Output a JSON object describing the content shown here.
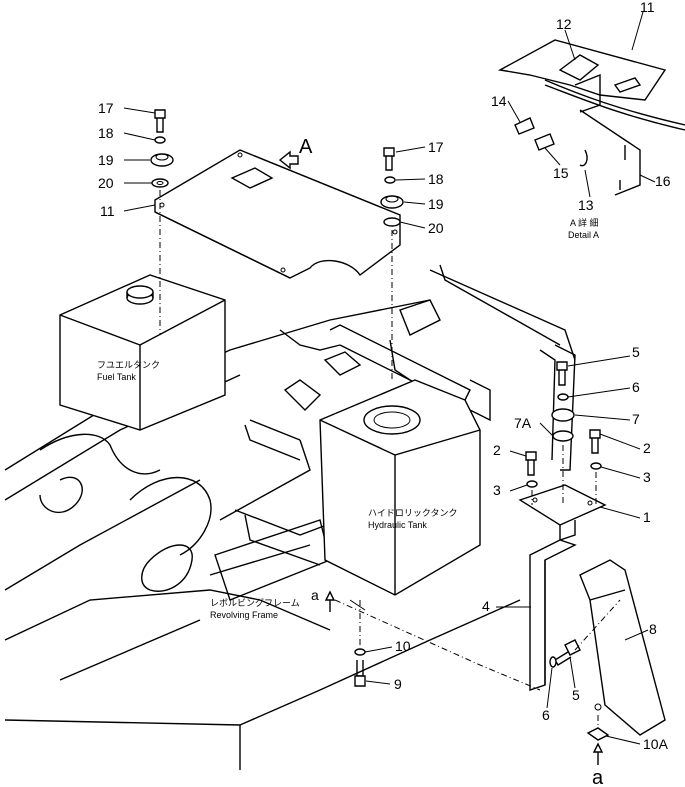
{
  "callouts": {
    "c1": "1",
    "c2a": "2",
    "c2b": "2",
    "c3a": "3",
    "c3b": "3",
    "c4": "4",
    "c5a": "5",
    "c5b": "5",
    "c6a": "6",
    "c6b": "6",
    "c7": "7",
    "c7a": "7A",
    "c8": "8",
    "c9": "9",
    "c10": "10",
    "c10a": "10A",
    "c11a": "11",
    "c11b": "11",
    "c12": "12",
    "c13": "13",
    "c14": "14",
    "c15": "15",
    "c16": "16",
    "c17a": "17",
    "c17b": "17",
    "c18a": "18",
    "c18b": "18",
    "c19a": "19",
    "c19b": "19",
    "c20a": "20",
    "c20b": "20"
  },
  "view_marks": {
    "A": "A",
    "a_upper": "a",
    "a_lower": "a"
  },
  "labels": {
    "fuel_tank_jp": "フユエルタンク",
    "fuel_tank_en": "Fuel Tank",
    "hydraulic_tank_jp": "ハイドロリックタンク",
    "hydraulic_tank_en": "Hydraulic Tank",
    "revolving_frame_jp": "レボルビングフレーム",
    "revolving_frame_en": "Revolving Frame",
    "detail_jp": "A 詳 細",
    "detail_en": "Detail A"
  }
}
